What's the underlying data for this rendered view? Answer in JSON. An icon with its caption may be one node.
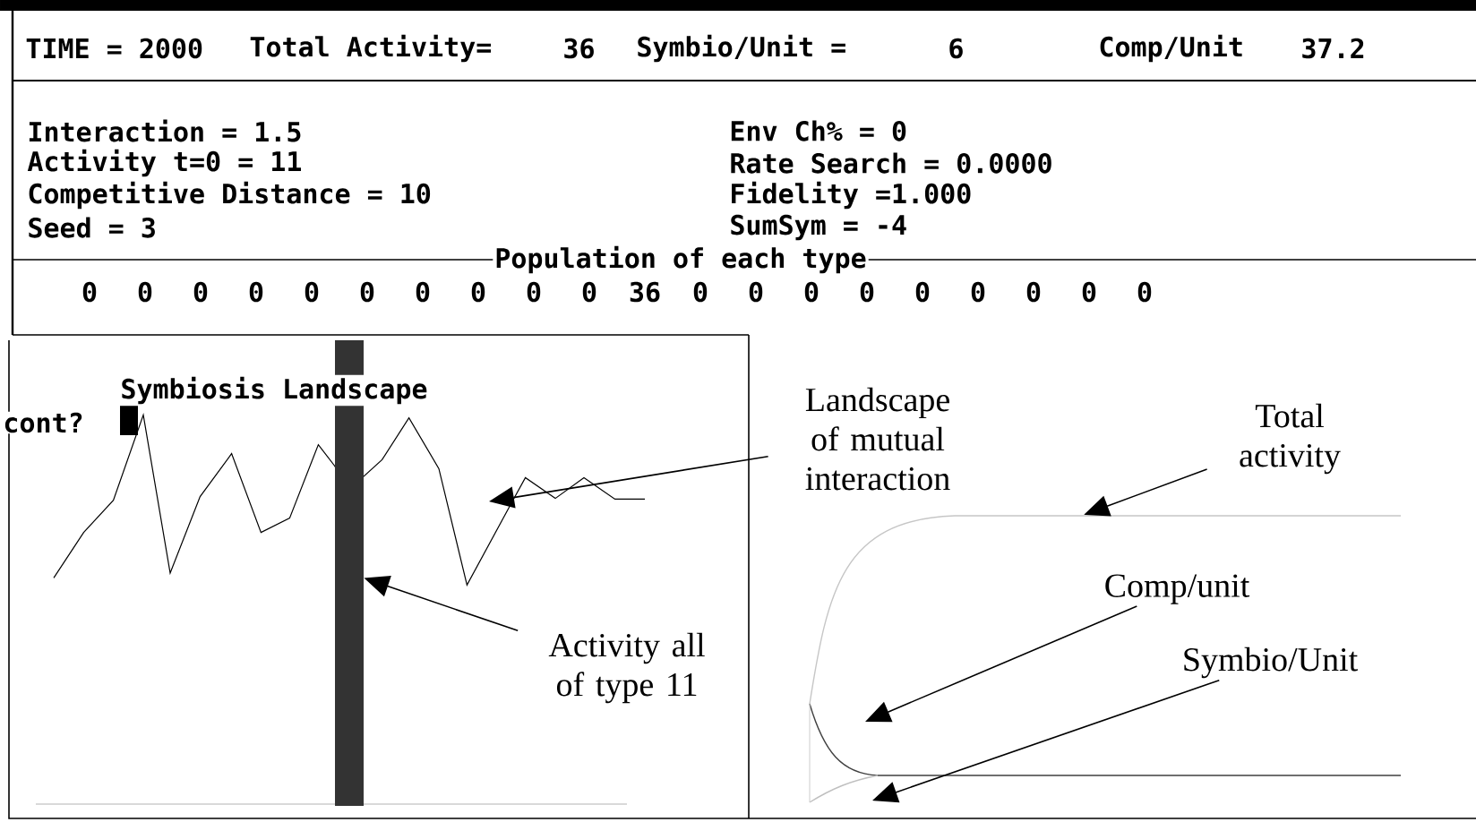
{
  "diagram": {
    "nodes": [
      {
        "text": [
          "Landscape of mutual interaction"
        ]
      },
      {
        "text": [
          "Activity all of type 11"
        ]
      },
      {
        "text": [
          "Total activity"
        ]
      },
      {
        "text": [
          "Comp/unit"
        ]
      },
      {
        "text": [
          "Symbio/Unit"
        ]
      },
      {
        "text": [],
        "shape": "bar"
      },
      {
        "text": [],
        "shape": "line"
      }
    ],
    "edges": [
      {
        "from": 0,
        "to": null,
        "arrow": "to"
      },
      {
        "from": 1,
        "to": 5,
        "arrow": "to"
      },
      {
        "from": 2,
        "to": 6,
        "arrow": "to"
      },
      {
        "from": 3,
        "to": null,
        "arrow": "to"
      },
      {
        "from": 4,
        "to": null,
        "arrow": "to"
      }
    ],
    "labels": [
      "TIME = 2000",
      "Total Activity=",
      "36",
      "Symbio/Unit =",
      "6",
      "Comp/Unit",
      "37.2",
      "Interaction = 1.5",
      "Env Ch% = 0",
      "Activity t=0 = 11",
      "Rate Search = 0.0000",
      "Competitive Distance = 10",
      "Fidelity =1.000",
      "Seed = 3",
      "SumSym = -4",
      "Population of each type",
      "0",
      "0",
      "0",
      "0",
      "0",
      "0",
      "0",
      "0",
      "0",
      "0",
      "36",
      "0",
      "0",
      "0",
      "0",
      "0",
      "0",
      "0",
      "0",
      "0",
      "Symbiosis Landscape",
      "cont?"
    ]
  }
}
